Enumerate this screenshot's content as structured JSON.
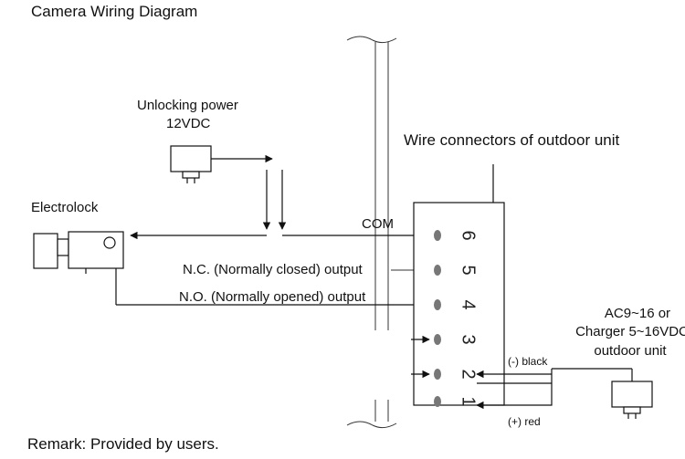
{
  "title": "Camera Wiring Diagram",
  "unlock_power": {
    "line1": "Unlocking power",
    "line2": "12VDC"
  },
  "electrolock": "Electrolock",
  "connectors_label": "Wire connectors of outdoor unit",
  "terminals": [
    {
      "number": "6",
      "label": "COM"
    },
    {
      "number": "5",
      "label": "N.C. (Normally closed) output"
    },
    {
      "number": "4",
      "label": "N.O. (Normally opened) output"
    },
    {
      "number": "3",
      "label": ""
    },
    {
      "number": "2",
      "label": ""
    },
    {
      "number": "1",
      "label": ""
    }
  ],
  "power_supply": {
    "line1": "AC9~16 or",
    "line2": "Charger 5~16VDC",
    "line3": "outdoor unit"
  },
  "polarity": {
    "minus": "(-)  black",
    "plus": "(+)  red"
  },
  "remark": "Remark: Provided by users."
}
